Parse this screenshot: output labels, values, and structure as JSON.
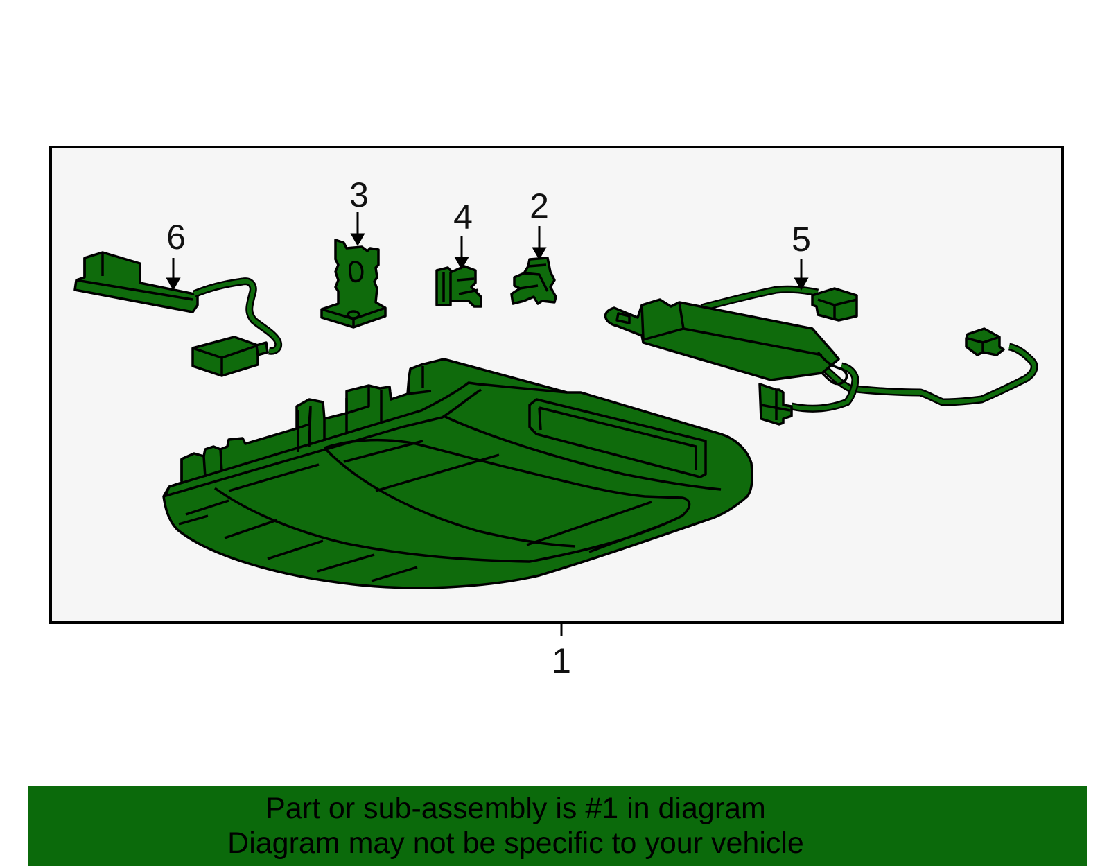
{
  "callouts": {
    "c1": "1",
    "c2": "2",
    "c3": "3",
    "c4": "4",
    "c5": "5",
    "c6": "6"
  },
  "banner": {
    "line1": "Part or sub-assembly is #1 in diagram",
    "line2": "Diagram may not be specific to your vehicle"
  },
  "colors": {
    "part_fill": "#0f6b0c",
    "outline": "#000000",
    "frame_bg": "#f6f6f6",
    "banner_bg": "#0b6a0b"
  }
}
